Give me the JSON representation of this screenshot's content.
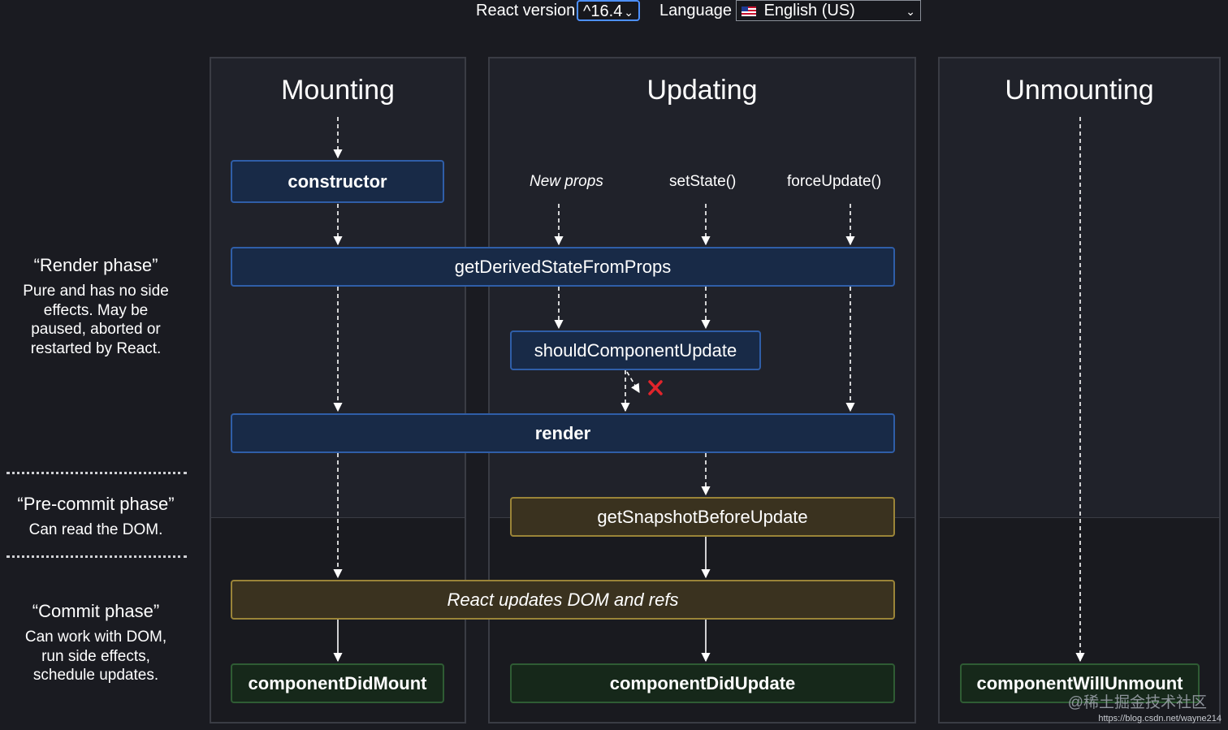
{
  "controls": {
    "react_version_label": "React version",
    "react_version_value": "^16.4",
    "language_label": "Language",
    "language_value": "English (US)"
  },
  "phases": {
    "render_title": "“Render phase”",
    "render_desc_lines": [
      "Pure and has no side",
      "effects. May be",
      "paused, aborted or",
      "restarted by React."
    ],
    "precommit_title": "“Pre-commit phase”",
    "precommit_desc": "Can read the DOM.",
    "commit_title": "“Commit phase”",
    "commit_desc_lines": [
      "Can work with DOM,",
      "run side effects,",
      "schedule updates."
    ]
  },
  "columns": {
    "mounting": "Mounting",
    "updating": "Updating",
    "unmounting": "Unmounting"
  },
  "triggers": {
    "new_props": "New props",
    "set_state": "setState()",
    "force_update": "forceUpdate()"
  },
  "methods": {
    "constructor": "constructor",
    "get_derived_state_from_props": "getDerivedStateFromProps",
    "should_component_update": "shouldComponentUpdate",
    "render": "render",
    "get_snapshot_before_update": "getSnapshotBeforeUpdate",
    "react_updates_dom": "React updates DOM and refs",
    "component_did_mount": "componentDidMount",
    "component_did_update": "componentDidUpdate",
    "component_will_unmount": "componentWillUnmount"
  },
  "watermark": "@稀土掘金技术社区",
  "source_url": "https://blog.csdn.net/wayne214",
  "colors": {
    "background": "#1a1b21",
    "render_box": "#182a47",
    "precommit_box": "#3a321f",
    "commit_box": "#16281a",
    "cancel_mark": "#e0242b"
  }
}
